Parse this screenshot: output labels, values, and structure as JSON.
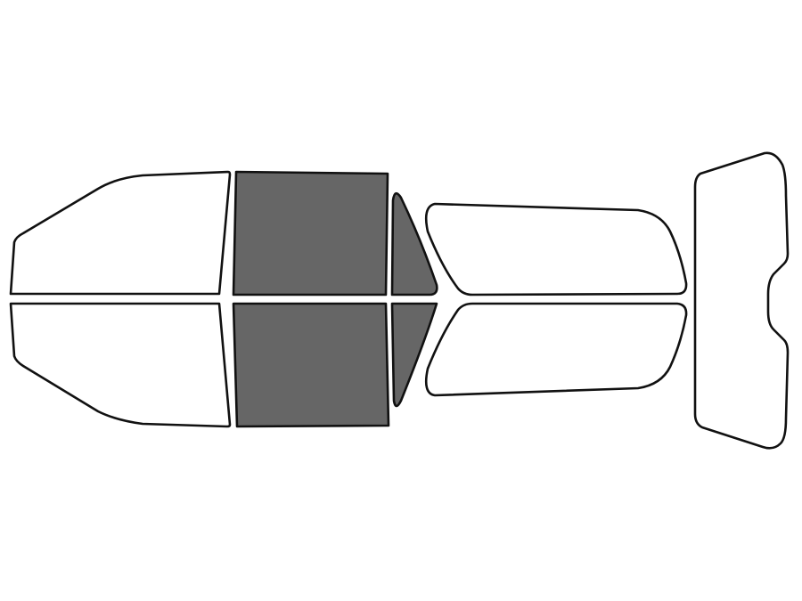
{
  "colors": {
    "background": "#ffffff",
    "outline": "#111111",
    "clear_fill": "#ffffff",
    "tinted_fill": "#666666"
  },
  "panes": [
    {
      "id": "windshield-top",
      "tinted": false
    },
    {
      "id": "windshield-bottom",
      "tinted": false
    },
    {
      "id": "front-door-window-top",
      "tinted": true
    },
    {
      "id": "front-door-window-bottom",
      "tinted": true
    },
    {
      "id": "vent-window-top",
      "tinted": true
    },
    {
      "id": "vent-window-bottom",
      "tinted": true
    },
    {
      "id": "rear-door-window-top",
      "tinted": false
    },
    {
      "id": "rear-door-window-bottom",
      "tinted": false
    },
    {
      "id": "rear-window",
      "tinted": false
    }
  ]
}
